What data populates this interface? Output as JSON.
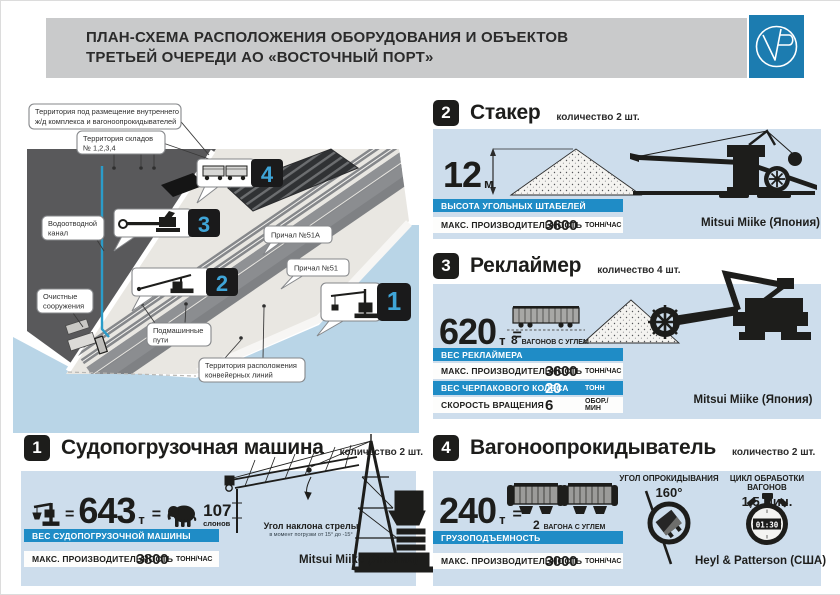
{
  "header": {
    "title_line1": "ПЛАН-СХЕМА РАСПОЛОЖЕНИЯ ОБОРУДОВАНИЯ И ОБЪЕКТОВ",
    "title_line2": "ТРЕТЬЕЙ ОЧЕРЕДИ АО «ВОСТОЧНЫЙ ПОРТ»",
    "logo_icon": "vostochny-port-logo"
  },
  "colors": {
    "accent_blue": "#1f8cc6",
    "panel_blue": "#cdddec",
    "badge_black": "#1d1d1b",
    "digit_blue": "#3fa5d8",
    "logo_blue": "#1c7cb0",
    "map_water": "#b9d5e7",
    "map_land": "#e9e7e2",
    "map_dark": "#59595b",
    "canal_teal": "#2b9cc9",
    "header_gray": "#c9cacb"
  },
  "map": {
    "labels": {
      "rail_complex_l1": "Территория под размещение внутреннего",
      "rail_complex_l2": "ж/д комплекса и вагоноопрокидывателей",
      "warehouses_l1": "Территория складов",
      "warehouses_l2": "№ 1,2,3,4",
      "canal_l1": "Водоотводной",
      "canal_l2": "канал",
      "berth_51a": "Причал №51А",
      "berth_51": "Причал №51",
      "treatment_l1": "Очистные",
      "treatment_l2": "сооружения",
      "tracks_l1": "Подмашинные",
      "tracks_l2": "пути",
      "conveyor_l1": "Территория расположения",
      "conveyor_l2": "конвейерных линий"
    },
    "badges": {
      "b1": "1",
      "b2": "2",
      "b3": "3",
      "b4": "4"
    }
  },
  "sections": {
    "stacker": {
      "number": "2",
      "title": "Стакер",
      "quantity": "количество 2 шт.",
      "big_value": "12",
      "big_unit": "м",
      "bar_label": "ВЫСОТА УГОЛЬНЫХ ШТАБЕЛЕЙ",
      "perf_label": "МАКС. ПРОИЗВОДИТЕЛЬНОСТЬ",
      "perf_value": "3600",
      "perf_unit": "ТОНН/ЧАС",
      "manufacturer": "Mitsui Miike (Япония)"
    },
    "reclaimer": {
      "number": "3",
      "title": "Реклаймер",
      "quantity": "количество 4 шт.",
      "big_value": "620",
      "big_unit": "т",
      "equals": "=",
      "wagons_value": "8",
      "wagons_label": "ВАГОНОВ С УГЛЕМ",
      "bar_label": "ВЕС РЕКЛАЙМЕРА",
      "perf_label": "МАКС. ПРОИЗВОДИТЕЛЬНОСТЬ",
      "perf_value": "3600",
      "perf_unit": "ТОНН/ЧАС",
      "wheel_label": "ВЕС ЧЕРПАКОВОГО КОЛЕСА",
      "wheel_value": "20",
      "wheel_unit": "ТОНН",
      "speed_label": "СКОРОСТЬ ВРАЩЕНИЯ",
      "speed_value": "6",
      "speed_unit": "ОБОР./МИН",
      "manufacturer": "Mitsui Miike (Япония)"
    },
    "shiploader": {
      "number": "1",
      "title": "Судопогрузочная машина",
      "quantity": "количество 2 шт.",
      "equals1": "=",
      "big_value": "643",
      "big_unit": "т",
      "equals2": "=",
      "elephants_value": "107",
      "elephants_label": "слонов",
      "bar_label": "ВЕС СУДОПОГРУЗОЧНОЙ МАШИНЫ",
      "perf_label": "МАКС. ПРОИЗВОДИТЕЛЬНОСТЬ",
      "perf_value": "3800",
      "perf_unit": "ТОНН/ЧАС",
      "boom_label": "Угол наклона стрелы",
      "boom_sub": "в момент погрузки от 15° до -15°",
      "manufacturer": "Mitsui Miike (Япония)"
    },
    "tippler": {
      "number": "4",
      "title": "Вагоноопрокидыватель",
      "quantity": "количество 2 шт.",
      "big_value": "240",
      "big_unit": "т",
      "equals": "=",
      "wagons_value": "2",
      "wagons_label": "ВАГОНА С УГЛЕМ",
      "bar_label": "ГРУЗОПОДЪЕМНОСТЬ",
      "perf_label": "МАКС. ПРОИЗВОДИТЕЛЬНОСТЬ",
      "perf_value": "3000",
      "perf_unit": "ТОНН/ЧАС",
      "angle_label": "УГОЛ ОПРОКИДЫВАНИЯ",
      "angle_value": "160°",
      "cycle_label": "ЦИКЛ ОБРАБОТКИ ВАГОНОВ",
      "cycle_value": "1,5 мин.",
      "stopwatch_display": "01:30",
      "manufacturer": "Heyl & Patterson (США)"
    }
  }
}
